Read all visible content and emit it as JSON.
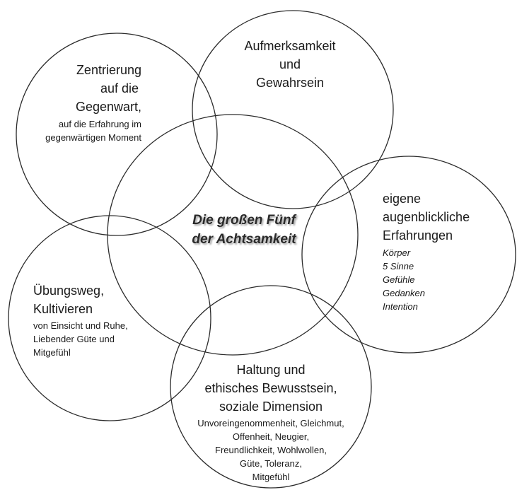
{
  "center": {
    "line1": "Die großen Fünf",
    "line2": "der Achtsamkeit"
  },
  "top": {
    "lines": [
      "Aufmerksamkeit",
      "und",
      "Gewahrsein"
    ]
  },
  "top_left": {
    "lines": [
      "Zentrierung",
      "auf die",
      "Gegenwart,"
    ],
    "sub": [
      "auf die Erfahrung im",
      "gegenwärtigen Moment"
    ]
  },
  "right": {
    "lines": [
      "eigene",
      "augenblickliche",
      "Erfahrungen"
    ],
    "sub": [
      "Körper",
      "5 Sinne",
      "Gefühle",
      "Gedanken",
      "Intention"
    ]
  },
  "left": {
    "lines": [
      "Übungsweg,",
      "Kultivieren"
    ],
    "sub": [
      "von Einsicht und Ruhe,",
      "Liebender Güte und",
      "Mitgefühl"
    ]
  },
  "bottom": {
    "lines": [
      "Haltung und",
      "ethisches Bewusstsein,",
      "soziale Dimension"
    ],
    "sub": [
      "Unvoreingenommenheit,  Gleichmut,",
      "Offenheit, Neugier,",
      "Freundlichkeit,  Wohlwollen,",
      "Güte, Toleranz,",
      "Mitgefühl"
    ]
  }
}
